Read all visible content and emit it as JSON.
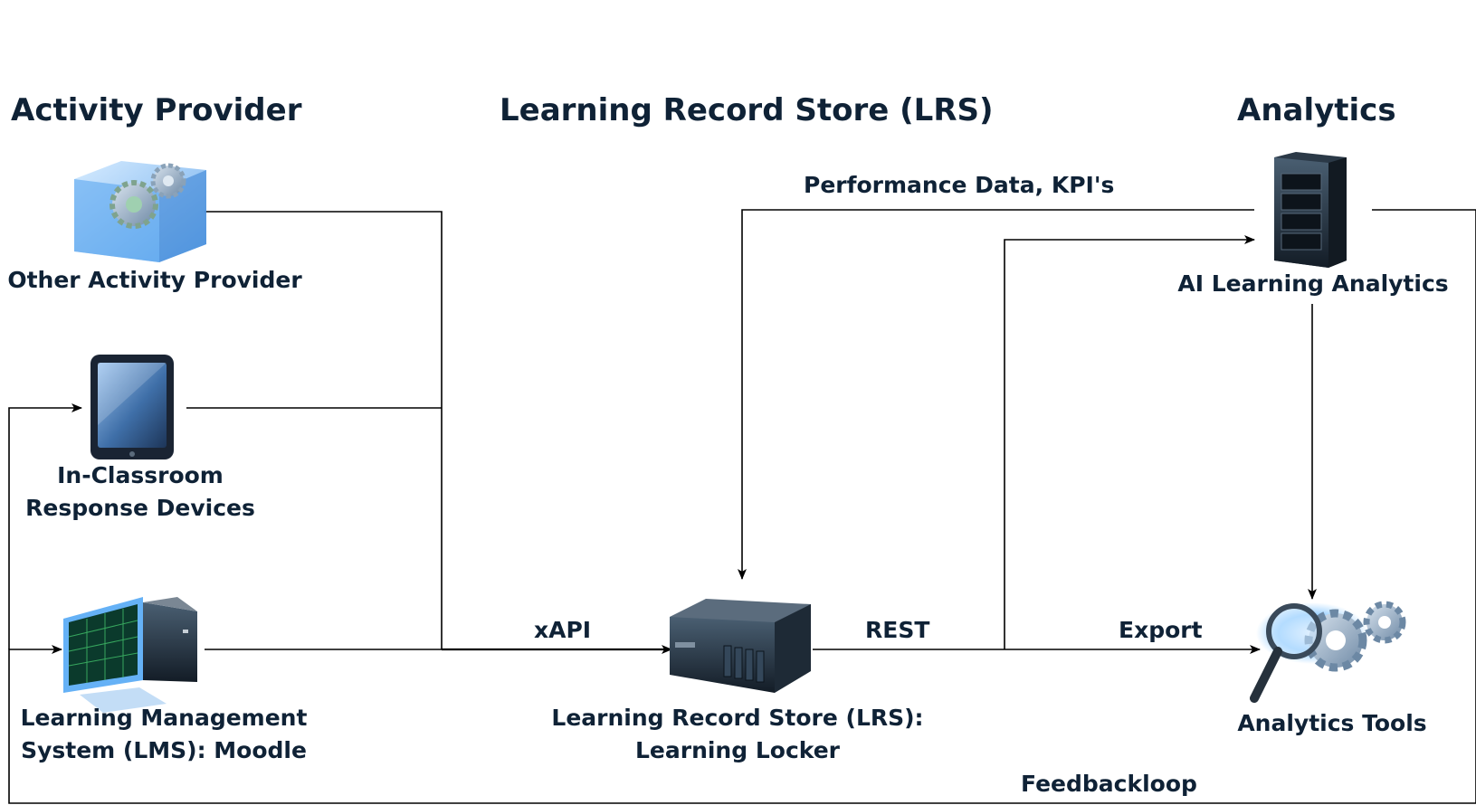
{
  "headings": {
    "activity_provider": "Activity Provider",
    "lrs": "Learning Record Store (LRS)",
    "analytics": "Analytics"
  },
  "nodes": {
    "other_provider": {
      "label": "Other Activity Provider",
      "icon": "gear-cube-icon"
    },
    "response_devices": {
      "line1": "In-Classroom",
      "line2": "Response Devices",
      "icon": "tablet-icon"
    },
    "lms": {
      "line1": "Learning Management",
      "line2": "System (LMS): Moodle",
      "icon": "desktop-computer-icon"
    },
    "lrs": {
      "line1": "Learning Record Store (LRS):",
      "line2": "Learning Locker",
      "icon": "rack-server-icon"
    },
    "ai_analytics": {
      "label": "AI Learning Analytics",
      "icon": "tower-server-icon"
    },
    "analytics_tools": {
      "label": "Analytics Tools",
      "icon": "magnifier-gears-icon"
    }
  },
  "edges": {
    "xapi": "xAPI",
    "rest": "REST",
    "export": "Export",
    "performance": "Performance Data, KPI's",
    "feedback": "Feedbackloop"
  },
  "colors": {
    "text": "#0f2236",
    "line": "#000000",
    "accent_blue": "#4a90d9"
  }
}
